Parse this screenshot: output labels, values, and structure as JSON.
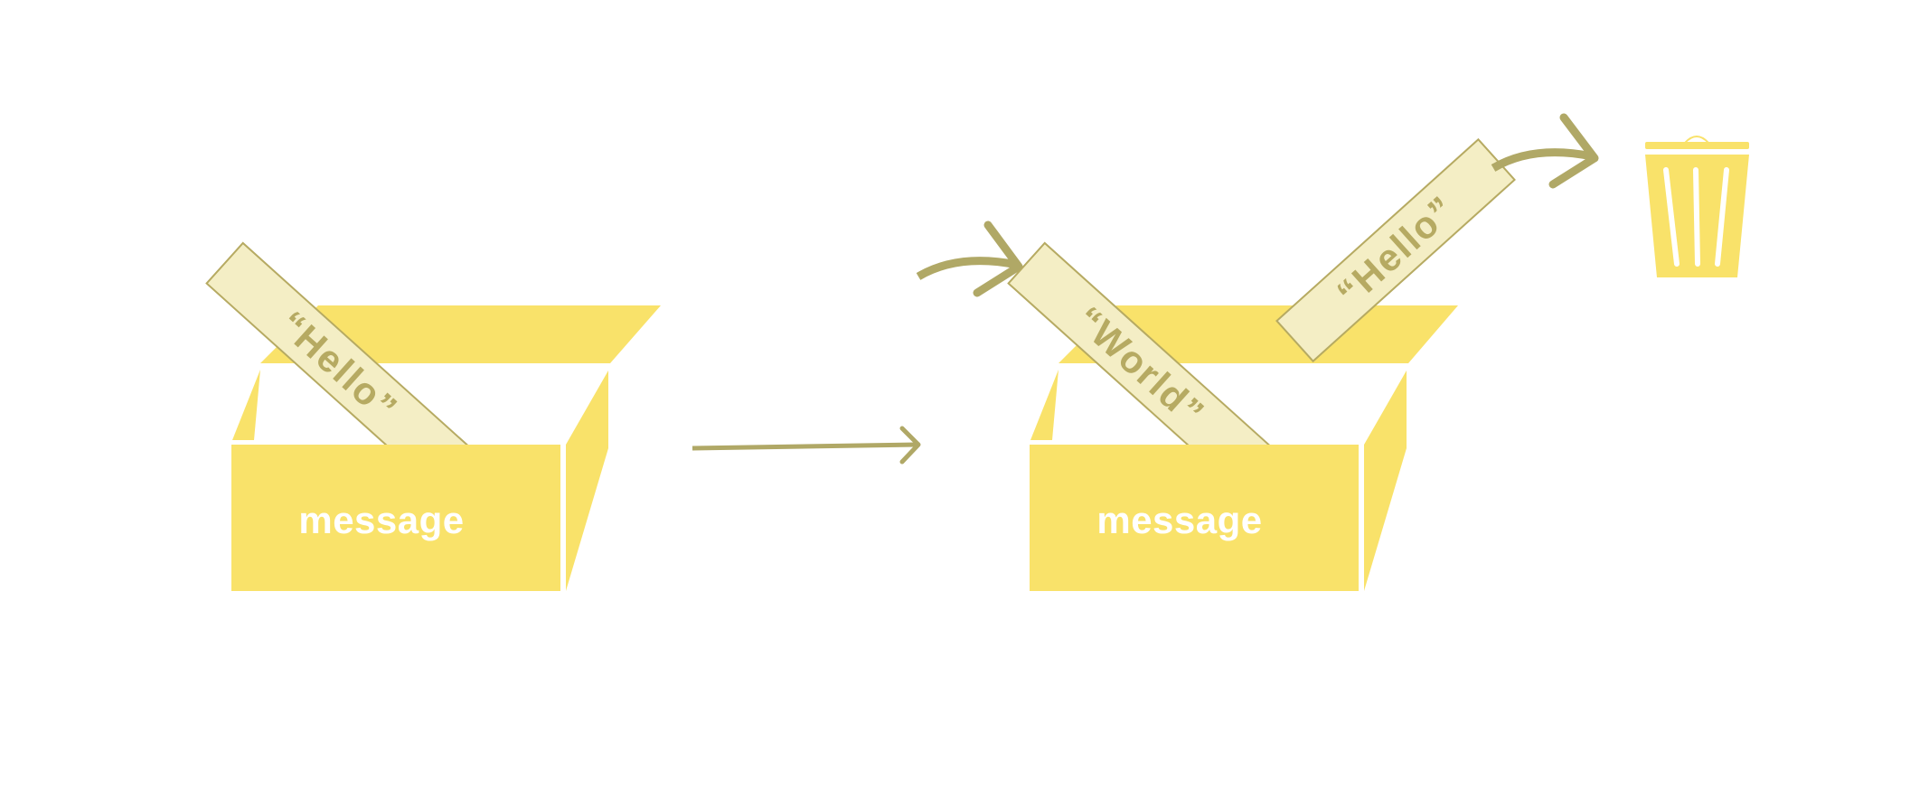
{
  "colors": {
    "box": "#F9E26A",
    "note_fill": "#F4EEC5",
    "note_stroke": "#B6AA62",
    "arrow": "#B0A866",
    "label": "#FFFFFF",
    "background": "#FFFFFF"
  },
  "boxes": [
    {
      "label": "message",
      "note": "“Hello”"
    },
    {
      "label": "message",
      "note": "“World”"
    }
  ],
  "discarded_note": "“Hello”",
  "icons": {
    "transition_arrow": "arrow-right-icon",
    "insert_arrow": "curved-arrow-icon",
    "discard_arrow": "curved-arrow-icon",
    "trash": "trash-can-icon"
  }
}
